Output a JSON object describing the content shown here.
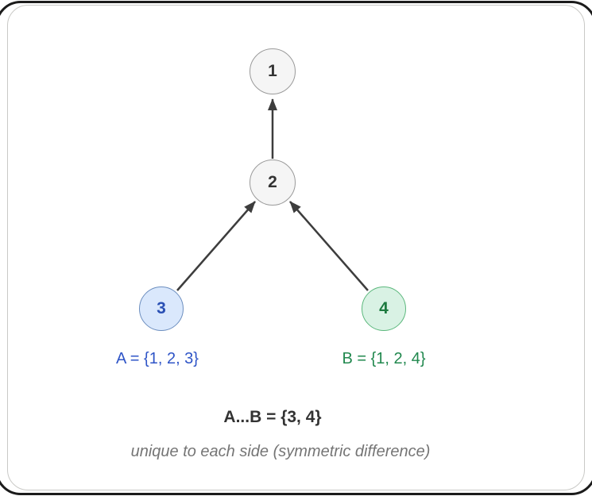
{
  "diagram": {
    "nodes": [
      {
        "id": "1",
        "label": "1",
        "variant": "gray"
      },
      {
        "id": "2",
        "label": "2",
        "variant": "gray"
      },
      {
        "id": "3",
        "label": "3",
        "variant": "blue"
      },
      {
        "id": "4",
        "label": "4",
        "variant": "green"
      }
    ],
    "edges": [
      {
        "from": "2",
        "to": "1"
      },
      {
        "from": "3",
        "to": "2"
      },
      {
        "from": "4",
        "to": "2"
      }
    ]
  },
  "set_labels": {
    "a": "A = {1, 2, 3}",
    "b": "B = {1, 2, 4}"
  },
  "summary": {
    "result": "A...B = {3, 4}",
    "caption": "unique to each side (symmetric difference)"
  },
  "colors": {
    "node_gray_fill": "#f5f5f5",
    "node_gray_stroke": "#9a9a9a",
    "node_blue_fill": "#dae8fc",
    "node_blue_stroke": "#6c8ebf",
    "node_blue_text": "#2a50b4",
    "node_green_fill": "#d9f2e4",
    "node_green_stroke": "#5cb87d",
    "node_green_text": "#1d7a3f",
    "set_a_label_text": "#2f55c7",
    "set_b_label_text": "#21884e",
    "edge": "#3d3d3d",
    "summary_text": "#333333",
    "caption_text": "#757575",
    "card_border": "#c9c9c6",
    "window_edge": "#1b1b1b"
  }
}
